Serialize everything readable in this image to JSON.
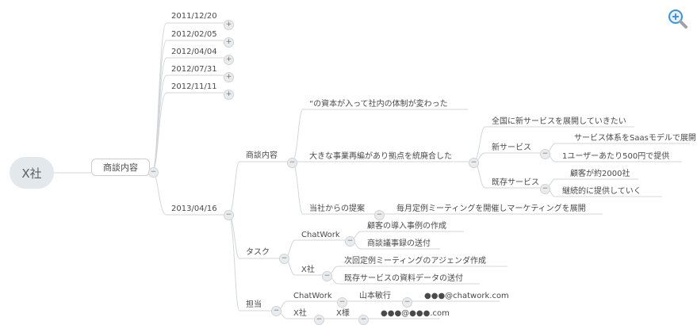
{
  "root": {
    "label": "X社"
  },
  "branch": {
    "label": "商談内容"
  },
  "dates": [
    "2011/12/20",
    "2012/02/05",
    "2012/04/04",
    "2012/07/31",
    "2012/11/11",
    "2013/04/16"
  ],
  "session": {
    "discussion": {
      "label": "商談内容",
      "items": [
        "“の資本が入って社内の体制が変わった",
        "大きな事業再編があり拠点を統廃合した",
        "全国に新サービスを展開していきたい",
        "新サービス",
        "サービス体系をSaasモデルで展開",
        "1ユーザーあたり500円で提供",
        "既存サービス",
        "顧客が約2000社",
        "継続的に提供していく",
        "当社からの提案",
        "毎月定例ミーティングを開催しマーケティングを展開"
      ]
    },
    "tasks": {
      "label": "タスク",
      "items": [
        "ChatWork",
        "顧客の導入事例の作成",
        "商談議事録の送付",
        "X社",
        "次回定例ミーティングのアジェンダ作成",
        "既存サービスの資料データの送付"
      ]
    },
    "owners": {
      "label": "担当",
      "items": [
        "ChatWork",
        "山本敏行",
        "●●●@chatwork.com",
        "X社",
        "X様",
        "●●●@●●●.com"
      ]
    }
  },
  "toggles": {
    "expand": "+",
    "collapse": "−"
  },
  "colors": {
    "line": "#d2d6d9",
    "text": "#4a4a4a",
    "rootBg": "#e3e8ec",
    "toggleBg": "#e9ecee",
    "zoom": "#3f93d8"
  },
  "icons": [
    "zoom-in-icon"
  ]
}
